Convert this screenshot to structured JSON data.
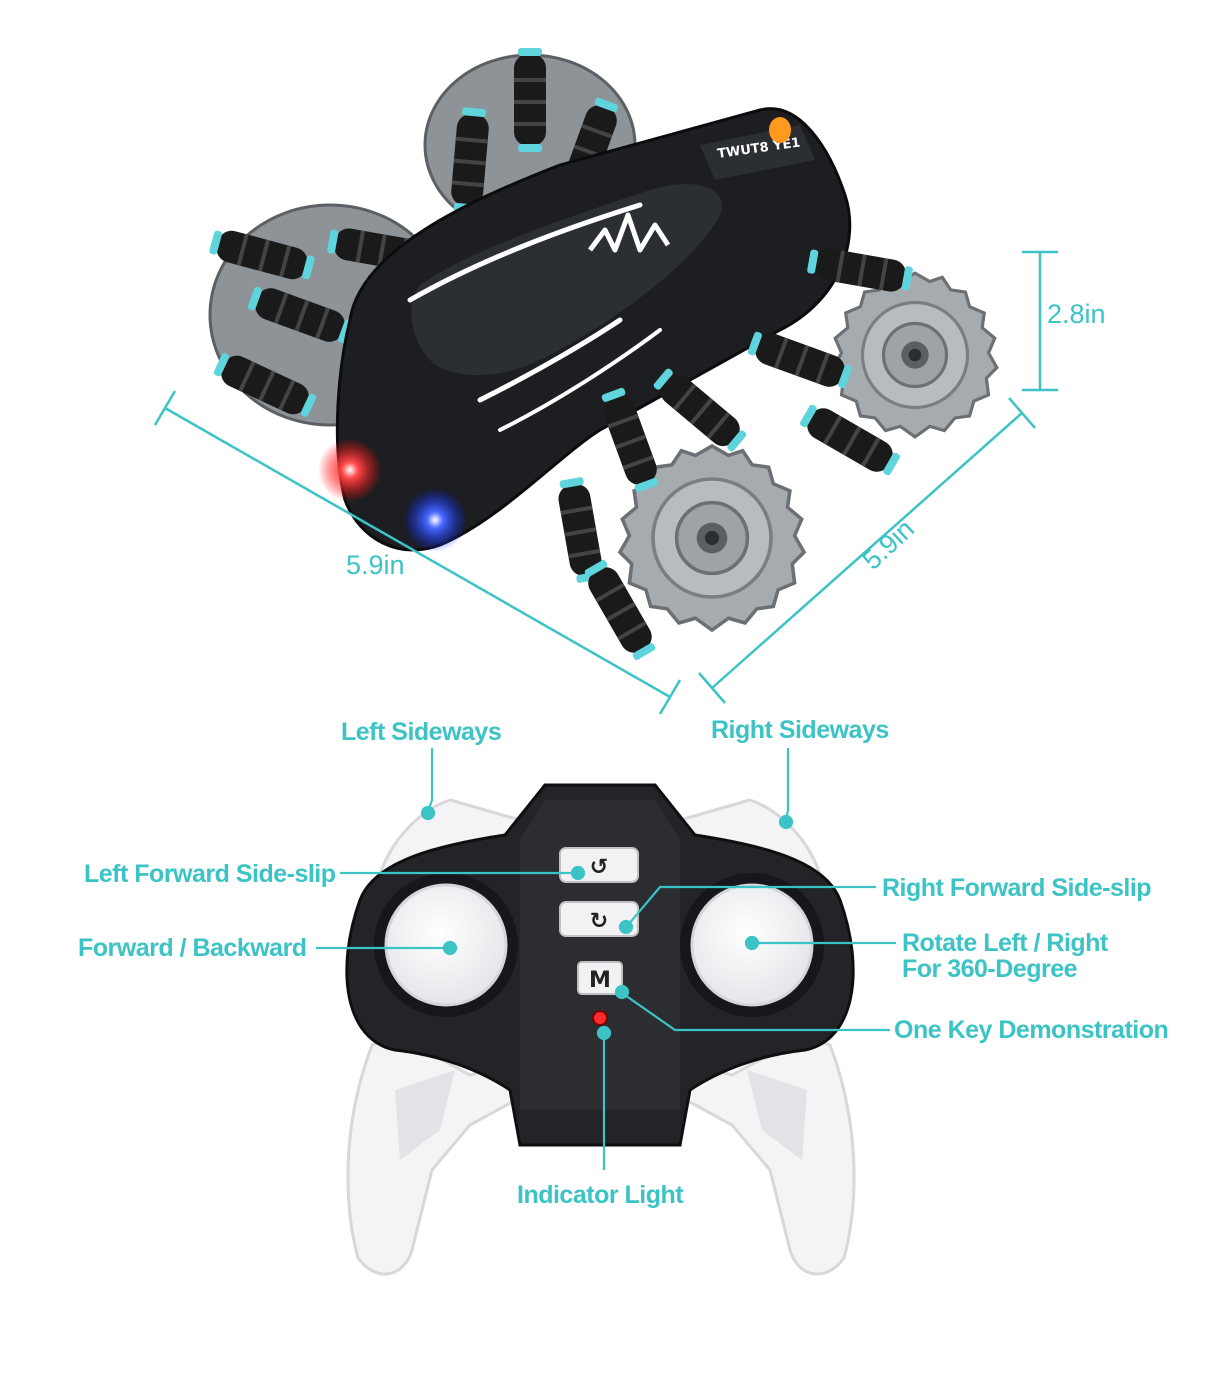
{
  "colors": {
    "accent": "#3cc3c5",
    "car_body": "#1c1e22",
    "wheel_gray": "#a6abb0",
    "tire_black": "#1a1a1a",
    "cyan_trim": "#5fd4dc",
    "remote_body": "#222427",
    "remote_frame": "#f4f4f6",
    "led_red": "#ff2a2a",
    "led_blue": "#2a4dff"
  },
  "dimensions": {
    "height": "2.8in",
    "width_left": "5.9in",
    "width_right": "5.9in"
  },
  "car": {
    "badge": "TWUT8 YE1"
  },
  "remote": {
    "buttons": [
      {
        "id": "left-rotate",
        "glyph": "↺"
      },
      {
        "id": "right-rotate",
        "glyph": "↻"
      },
      {
        "id": "mode",
        "glyph": "M"
      }
    ]
  },
  "labels": {
    "left_sideways": "Left Sideways",
    "right_sideways": "Right Sideways",
    "left_forward_sideslip": "Left Forward Side-slip",
    "right_forward_sideslip": "Right Forward Side-slip",
    "forward_backward": "Forward / Backward",
    "rotate_line1": "Rotate Left / Right",
    "rotate_line2": "For 360-Degree",
    "one_key_demo": "One Key Demonstration",
    "indicator_light": "Indicator Light"
  }
}
